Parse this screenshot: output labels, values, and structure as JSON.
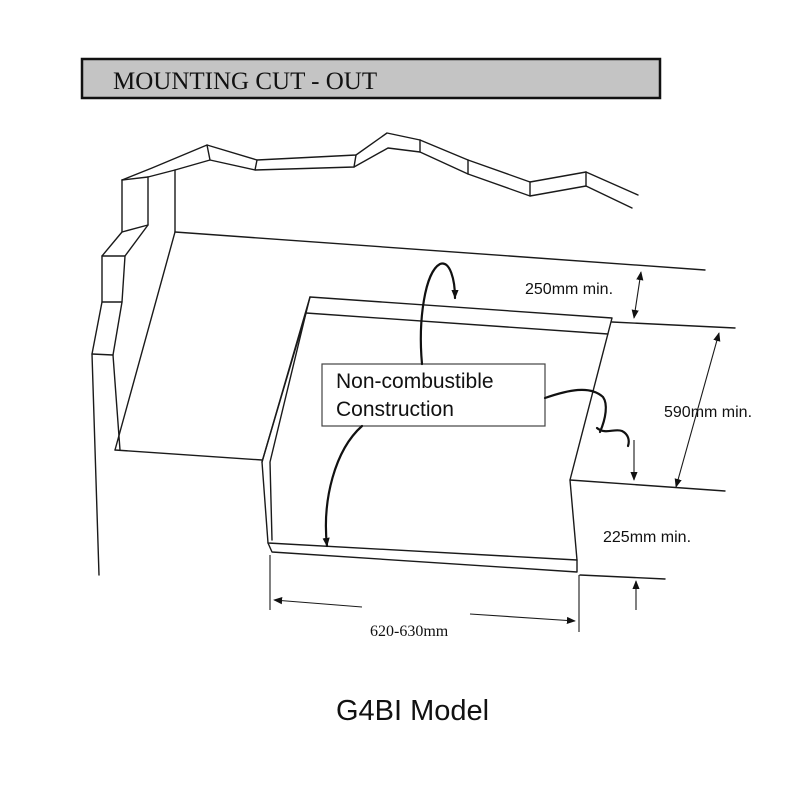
{
  "header": {
    "title": "MOUNTING CUT - OUT",
    "background_color": "#c4c4c4"
  },
  "callout": {
    "line1": "Non-combustible",
    "line2": "Construction"
  },
  "dimensions": {
    "rear_clearance": "250mm min.",
    "depth": "590mm min.",
    "front_clearance": "225mm min.",
    "width": "620-630mm"
  },
  "caption": {
    "model": "G4BI Model"
  }
}
